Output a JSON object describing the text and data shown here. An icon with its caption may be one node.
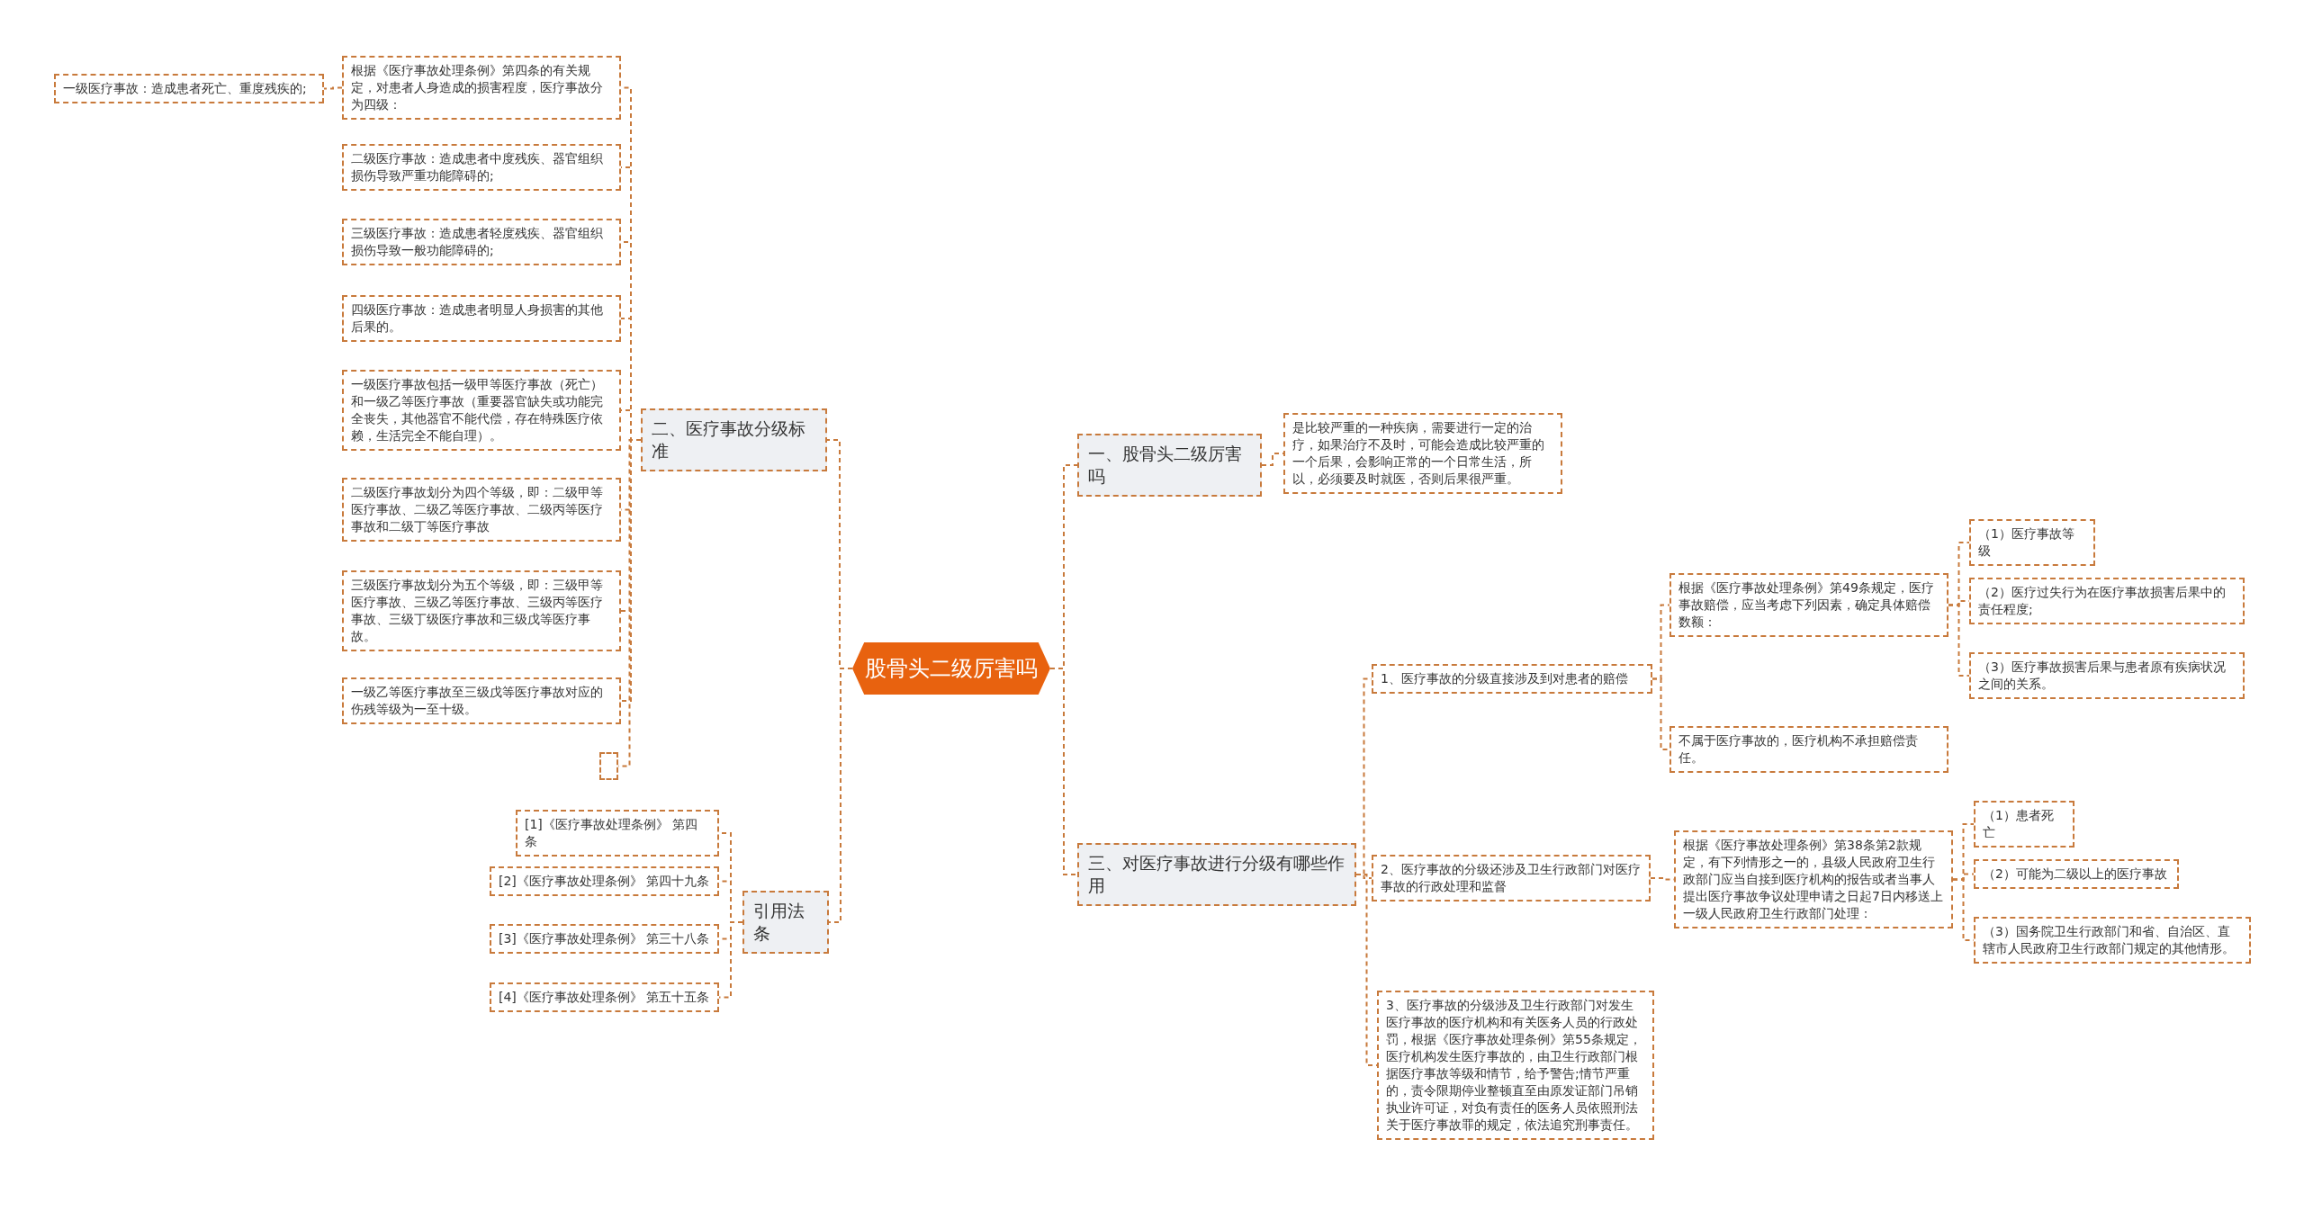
{
  "diagram": {
    "nodes": [
      {
        "text": [
          "股骨头二级厉害吗"
        ]
      },
      {
        "text": [
          "一、股骨头二级厉害吗"
        ]
      },
      {
        "text": [
          "是比较严重的一种疾病，需要进行一定的治疗，如果治疗不及时，可能会造成比较严重的一个后果，会影响正常的一个日常生活，所以，必须要及时就医，否则后果很严重。"
        ]
      },
      {
        "text": [
          "三、对医疗事故进行分级有哪些作用"
        ]
      },
      {
        "text": [
          "1、医疗事故的分级直接涉及到对患者的赔偿"
        ]
      },
      {
        "text": [
          "根据《医疗事故处理条例》第49条规定，医疗事故赔偿，应当考虑下列因素，确定具体赔偿数额："
        ]
      },
      {
        "text": [
          "（1）医疗事故等级"
        ]
      },
      {
        "text": [
          "（2）医疗过失行为在医疗事故损害后果中的责任程度;"
        ]
      },
      {
        "text": [
          "（3）医疗事故损害后果与患者原有疾病状况之间的关系。"
        ]
      },
      {
        "text": [
          "不属于医疗事故的，医疗机构不承担赔偿责任。"
        ]
      },
      {
        "text": [
          "2、医疗事故的分级还涉及卫生行政部门对医疗事故的行政处理和监督"
        ]
      },
      {
        "text": [
          "根据《医疗事故处理条例》第38条第2款规定，有下列情形之一的，县级人民政府卫生行政部门应当自接到医疗机构的报告或者当事人提出医疗事故争议处理申请之日起7日内移送上一级人民政府卫生行政部门处理："
        ]
      },
      {
        "text": [
          "（1）患者死亡"
        ]
      },
      {
        "text": [
          "（2）可能为二级以上的医疗事故"
        ]
      },
      {
        "text": [
          "（3）国务院卫生行政部门和省、自治区、直辖市人民政府卫生行政部门规定的其他情形。"
        ]
      },
      {
        "text": [
          "3、医疗事故的分级涉及卫生行政部门对发生医疗事故的医疗机构和有关医务人员的行政处罚，根据《医疗事故处理条例》第55条规定，医疗机构发生医疗事故的，由卫生行政部门根据医疗事故等级和情节，给予警告;情节严重的，责令限期停业整顿直至由原发证部门吊销执业许可证，对负有责任的医务人员依照刑法关于医疗事故罪的规定，依法追究刑事责任。"
        ]
      },
      {
        "text": [
          "二、医疗事故分级标准"
        ]
      },
      {
        "text": [
          "根据《医疗事故处理条例》第四条的有关规定，对患者人身造成的损害程度，医疗事故分为四级："
        ]
      },
      {
        "text": [
          "一级医疗事故：造成患者死亡、重度残疾的;"
        ]
      },
      {
        "text": [
          "二级医疗事故：造成患者中度残疾、器官组织损伤导致严重功能障碍的;"
        ]
      },
      {
        "text": [
          "三级医疗事故：造成患者轻度残疾、器官组织损伤导致一般功能障碍的;"
        ]
      },
      {
        "text": [
          "四级医疗事故：造成患者明显人身损害的其他后果的。"
        ]
      },
      {
        "text": [
          "一级医疗事故包括一级甲等医疗事故（死亡）和一级乙等医疗事故（重要器官缺失或功能完全丧失，其他器官不能代偿，存在特殊医疗依赖，生活完全不能自理）。"
        ]
      },
      {
        "text": [
          "二级医疗事故划分为四个等级，即：二级甲等医疗事故、二级乙等医疗事故、二级丙等医疗事故和二级丁等医疗事故"
        ]
      },
      {
        "text": [
          "三级医疗事故划分为五个等级，即：三级甲等医疗事故、三级乙等医疗事故、三级丙等医疗事故、三级丁级医疗事故和三级戊等医疗事故。"
        ]
      },
      {
        "text": [
          "一级乙等医疗事故至三级戊等医疗事故对应的伤残等级为一至十级。"
        ]
      },
      {
        "text": [],
        "shape": "box"
      },
      {
        "text": [
          "引用法条"
        ]
      },
      {
        "text": [
          "[1]《医疗事故处理条例》 第四条"
        ]
      },
      {
        "text": [
          "[2]《医疗事故处理条例》 第四十九条"
        ]
      },
      {
        "text": [
          "[3]《医疗事故处理条例》 第三十八条"
        ]
      },
      {
        "text": [
          "[4]《医疗事故处理条例》 第五十五条"
        ]
      }
    ],
    "edges": [
      {
        "from": 0,
        "to": 1,
        "arrow": "none"
      },
      {
        "from": 1,
        "to": 2,
        "arrow": "none"
      },
      {
        "from": 0,
        "to": 3,
        "arrow": "none"
      },
      {
        "from": 3,
        "to": 4,
        "arrow": "none"
      },
      {
        "from": 4,
        "to": 5,
        "arrow": "none"
      },
      {
        "from": 5,
        "to": 6,
        "arrow": "none"
      },
      {
        "from": 5,
        "to": 7,
        "arrow": "none"
      },
      {
        "from": 5,
        "to": 8,
        "arrow": "none"
      },
      {
        "from": 4,
        "to": 9,
        "arrow": "none"
      },
      {
        "from": 3,
        "to": 10,
        "arrow": "none"
      },
      {
        "from": 10,
        "to": 11,
        "arrow": "none"
      },
      {
        "from": 11,
        "to": 12,
        "arrow": "none"
      },
      {
        "from": 11,
        "to": 13,
        "arrow": "none"
      },
      {
        "from": 11,
        "to": 14,
        "arrow": "none"
      },
      {
        "from": 3,
        "to": 15,
        "arrow": "none"
      },
      {
        "from": 0,
        "to": 16,
        "arrow": "none"
      },
      {
        "from": 16,
        "to": 17,
        "arrow": "none"
      },
      {
        "from": 17,
        "to": 18,
        "arrow": "none"
      },
      {
        "from": 16,
        "to": 19,
        "arrow": "none"
      },
      {
        "from": 16,
        "to": 20,
        "arrow": "none"
      },
      {
        "from": 16,
        "to": 21,
        "arrow": "none"
      },
      {
        "from": 16,
        "to": 22,
        "arrow": "none"
      },
      {
        "from": 16,
        "to": 23,
        "arrow": "none"
      },
      {
        "from": 16,
        "to": 24,
        "arrow": "none"
      },
      {
        "from": 16,
        "to": 25,
        "arrow": "none"
      },
      {
        "from": 16,
        "to": 26,
        "arrow": "none"
      },
      {
        "from": 0,
        "to": 27,
        "arrow": "none"
      },
      {
        "from": 27,
        "to": 28,
        "arrow": "none"
      },
      {
        "from": 27,
        "to": 29,
        "arrow": "none"
      },
      {
        "from": 27,
        "to": 30,
        "arrow": "none"
      },
      {
        "from": 27,
        "to": 31,
        "arrow": "none"
      }
    ]
  }
}
